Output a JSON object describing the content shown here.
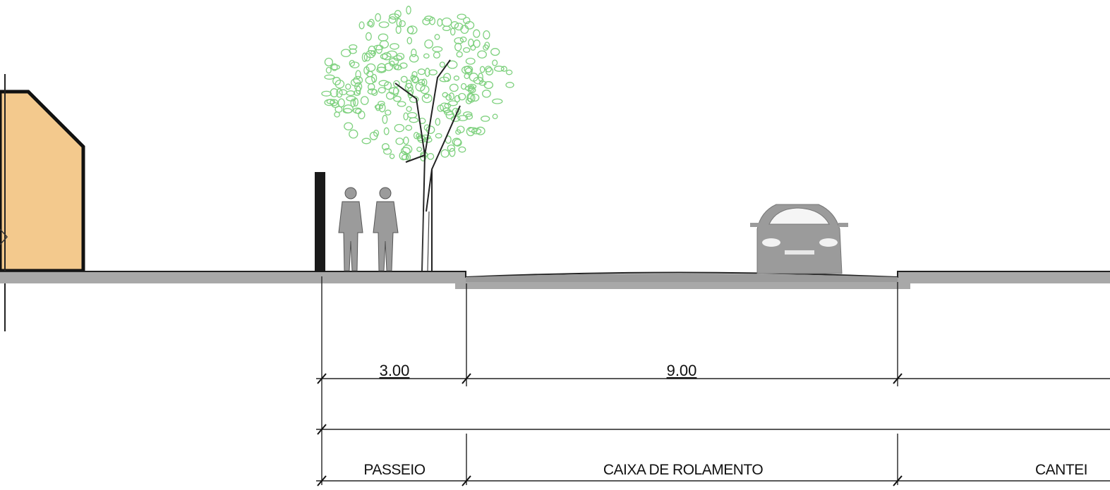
{
  "dimensions": [
    {
      "value": "3.00",
      "segment": "passeio"
    },
    {
      "value": "9.00",
      "segment": "caixa-de-rolamento"
    }
  ],
  "labels": {
    "passeio": "PASSEIO",
    "caixa_de_rolamento": "CAIXA DE ROLAMENTO",
    "canteiro_partial": "CANTEI"
  },
  "colors": {
    "building_fill": "#f3c98d",
    "ground": "#a8a8a8",
    "figure": "#9b9b9b",
    "tree_foliage": "#7fd17f"
  },
  "icons": [
    "building-icon",
    "bollard-icon",
    "pedestrian-icon",
    "tree-icon",
    "car-icon"
  ]
}
